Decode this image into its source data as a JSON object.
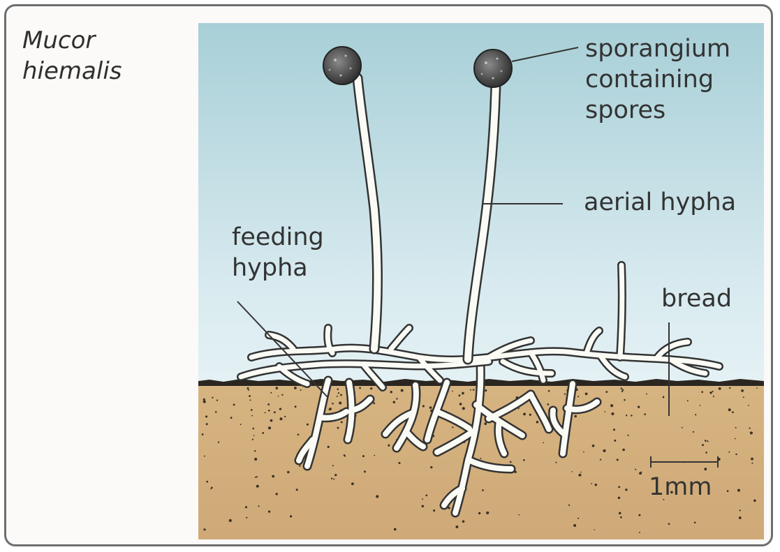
{
  "title": {
    "line1": "Mucor",
    "line2": "hiemalis"
  },
  "labels": {
    "sporangium": {
      "line1": "sporangium",
      "line2": "containing",
      "line3": "spores"
    },
    "aerial_hypha": "aerial hypha",
    "feeding_hypha": {
      "line1": "feeding",
      "line2": "hypha"
    },
    "bread": "bread",
    "scale": "1mm"
  },
  "colors": {
    "sky_top": "#a9d0d8",
    "sky_bottom": "#dbecf1",
    "bread": "#d3b07e",
    "crust": "#2b2620",
    "hypha_fill": "#fbfbf6",
    "hypha_outline": "#3a3a3a",
    "sporangium": "#4f4f4f",
    "leader_line": "#333333",
    "frame": "#6e6e6e"
  }
}
